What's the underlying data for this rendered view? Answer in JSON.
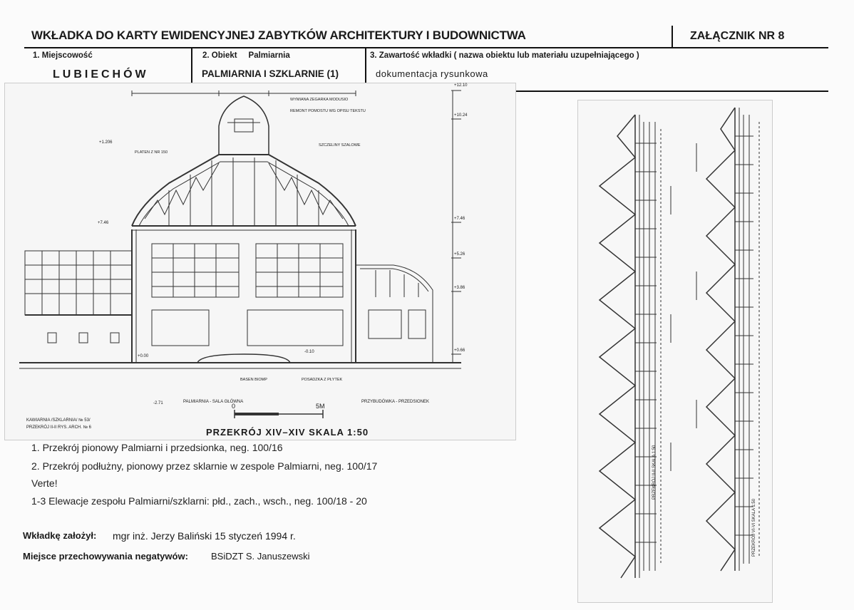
{
  "header": {
    "title": "WKŁADKA DO KARTY EWIDENCYJNEJ ZABYTKÓW ARCHITEKTURY I BUDOWNICTWA",
    "annex": "ZAŁĄCZNIK NR  8"
  },
  "fields": {
    "place_label": "1. Miejscowość",
    "place_value": "LUBIECHÓW",
    "object_label": "2. Obiekt     Palmiarnia",
    "object_value": "PALMIARNIA I SZKLARNIE (1)",
    "content_label": "3. Zawartość wkładki ( nazwa obiektu lub materiału uzupełniającego )",
    "content_value": "dokumentacja  rysunkowa"
  },
  "drawing": {
    "title": "PRZEKRÓJ XIV–XIV  SKALA 1:50",
    "scale_start": "0",
    "scale_end": "5M",
    "left_room_label": "PALMIARNIA - SALA GŁÓWNA",
    "right_room_label": "PRZYBUDÓWKA - PRZEDSIONEK",
    "source_note_1": "KAWIARNIA /SZKLARNIA/ № 53/",
    "source_note_2": "PRZEKRÓJ II-II   RYS. ARCH. № 6",
    "elevations": [
      "+12.10",
      "+10.24",
      "+7.46",
      "+5.26",
      "+3.86",
      "+0.66",
      "+1.206",
      "+7.46",
      "-0.10",
      "+0.00",
      "-2.71"
    ],
    "notes": [
      "WYMIANA ZEGARKA MODUSIO",
      "REMONT POMOSTU WG OPISU TEKSTU",
      "SZCZELINY SZALOWE",
      "PLATEN Z NR 150",
      "BASEN BIOMP",
      "POSADZKA Z PŁYTEK"
    ]
  },
  "elevation_sheet": {
    "left_label": "PRZEKRÓJ  II-II   SKALA 1:50",
    "right_label": "PRZEKRÓJ  VI-VI   SKALA 1:50"
  },
  "captions": [
    "1. Przekrój pionowy Palmiarni i przedsionka, neg. 100/16",
    "2. Przekrój podłużny, pionowy przez sklarnie w zespole Palmiarni, neg. 100/17",
    "Verte!",
    "1-3 Elewacje zespołu Palmiarni/szklarni: płd., zach., wsch., neg. 100/18 - 20"
  ],
  "footer": {
    "author_label": "Wkładkę założył:",
    "author_value": "mgr inż. Jerzy Baliński 15 styczeń 1994 r.",
    "storage_label": "Miejsce przechowywania negatywów:",
    "storage_value": "BSiDZT S. Januszewski"
  }
}
